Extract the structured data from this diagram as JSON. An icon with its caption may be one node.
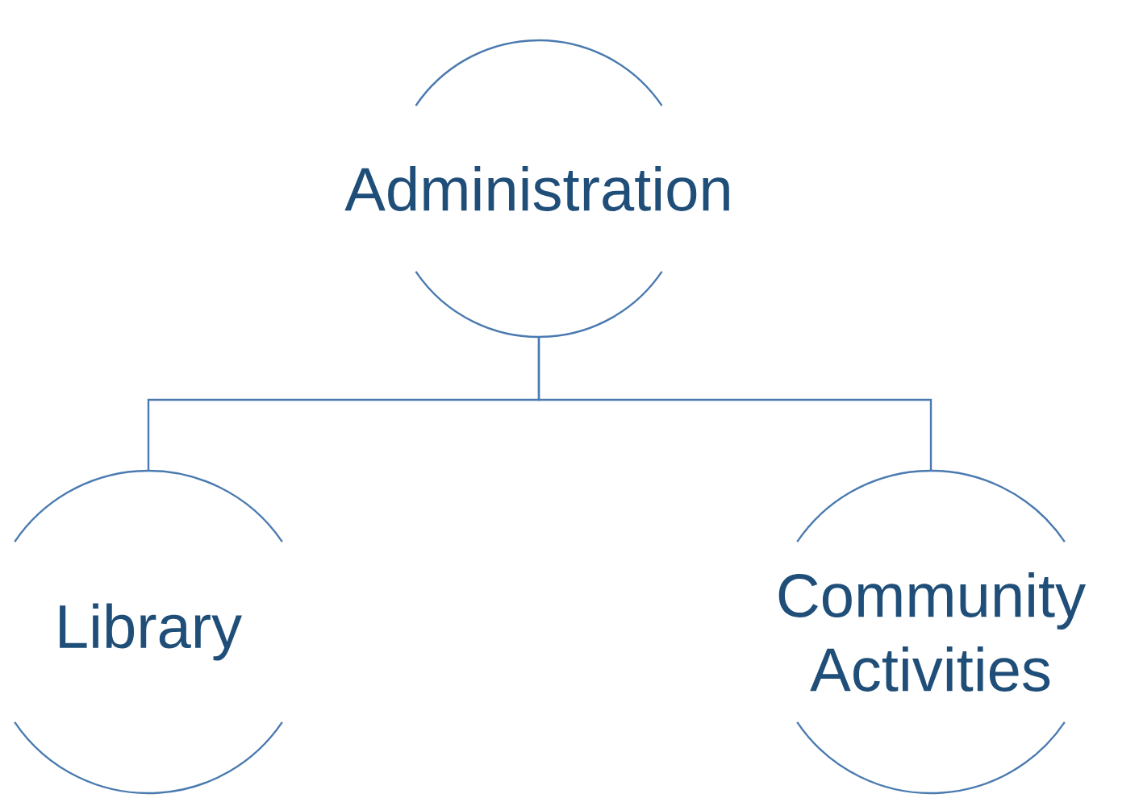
{
  "diagram": {
    "nodes": [
      {
        "text": [
          "Administration"
        ]
      },
      {
        "text": [
          "Library"
        ]
      },
      {
        "text": [
          "Community Activities"
        ]
      }
    ],
    "edges": [
      {
        "from": 0,
        "to": 1,
        "arrow": "none"
      },
      {
        "from": 0,
        "to": 2,
        "arrow": "none"
      }
    ]
  }
}
